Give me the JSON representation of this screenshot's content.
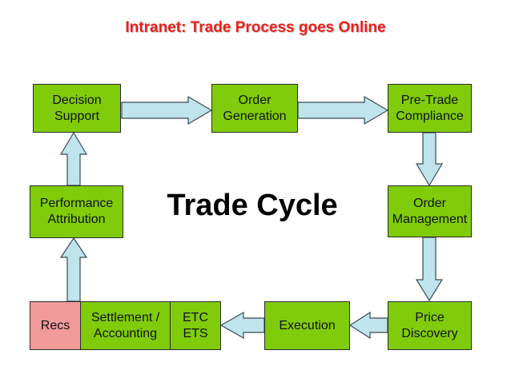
{
  "title": "Intranet: Trade Process goes Online",
  "center_label": "Trade Cycle",
  "colors": {
    "title": "#e8211a",
    "step_box": "#80cc0a",
    "settlement_box": "#f09a9a",
    "arrow_fill": "#bfe4ec",
    "arrow_stroke": "#3a4a55"
  },
  "steps": {
    "decision_support": "Decision\nSupport",
    "order_generation": "Order\nGeneration",
    "pre_trade_compliance": "Pre-Trade\nCompliance",
    "order_management": "Order\nManagement",
    "price_discovery": "Price\nDiscovery",
    "execution": "Execution",
    "etc_ets": "ETC\nETS",
    "settlement_accounting": "Settlement /\nAccounting",
    "recs": "Recs",
    "performance_attribution": "Performance\nAttribution"
  }
}
